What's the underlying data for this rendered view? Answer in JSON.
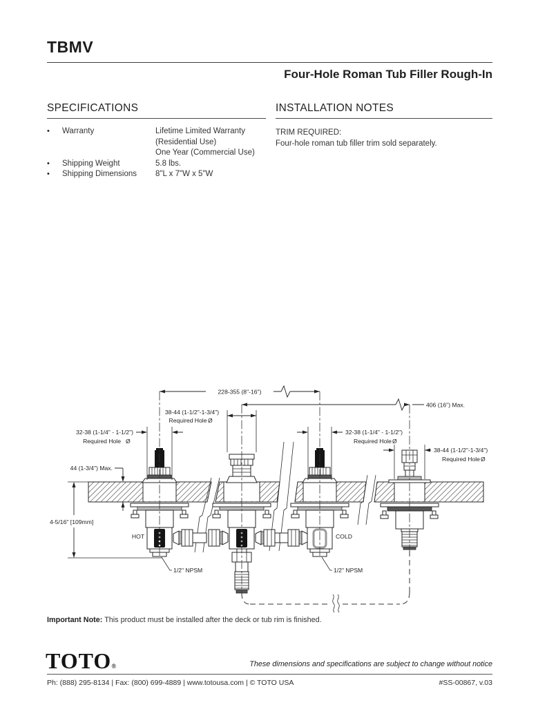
{
  "header": {
    "model": "TBMV",
    "subtitle": "Four-Hole Roman Tub Filler Rough-In"
  },
  "specifications": {
    "heading": "SPECIFICATIONS",
    "items": [
      {
        "label": "Warranty",
        "lines": [
          "Lifetime Limited Warranty",
          "(Residential Use)",
          "One Year (Commercial Use)"
        ]
      },
      {
        "label": "Shipping Weight",
        "lines": [
          "5.8 lbs."
        ]
      },
      {
        "label": "Shipping Dimensions",
        "lines": [
          "8\"L x 7\"W x 5\"W"
        ]
      }
    ]
  },
  "installation_notes": {
    "heading": "INSTALLATION NOTES",
    "trim_required": "TRIM REQUIRED:",
    "trim_note": "Four-hole roman tub filler trim sold separately."
  },
  "drawing": {
    "dim_span": "228-355 (8\"-16\")",
    "dim_max": "406 (16\") Max.",
    "hole_small": "32-38 (1-1/4\" - 1-1/2\")",
    "hole_large": "38-44 (1-1/2\"-1-3/4\")",
    "required_hole": "Required Hole",
    "dia": "Ø",
    "deck_max": "44 (1-3/4\") Max.",
    "below_deck": "4-5/16\" [109mm]",
    "hot": "HOT",
    "cold": "COLD",
    "npsm": "1/2\" NPSM"
  },
  "important_note": {
    "label": "Important Note:",
    "text": "This product must be installed after the deck or tub rim is finished."
  },
  "footer": {
    "brand": "TOTO",
    "reg": "®",
    "notice": "These dimensions and specifications are subject to change without notice",
    "contact": "Ph: (888) 295-8134 | Fax: (800) 699-4889 | www.totousa.com | © TOTO USA",
    "doc_id": "#SS-00867, v.03"
  }
}
